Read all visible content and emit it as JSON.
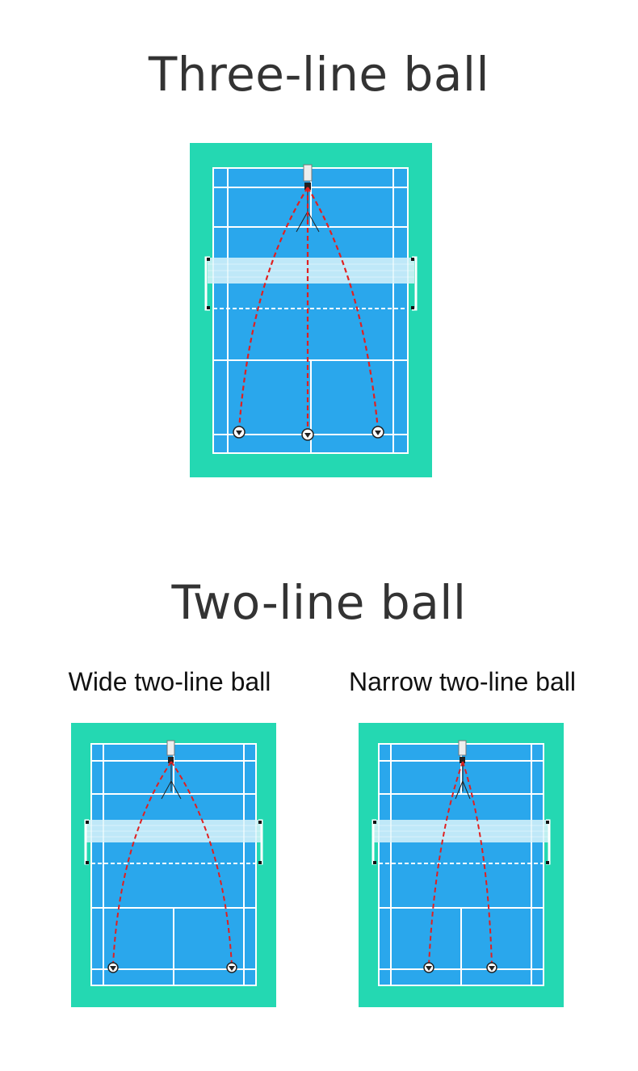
{
  "headings": {
    "three_line": "Three-line ball",
    "two_line": "Two-line ball"
  },
  "sublabels": {
    "wide": "Wide two-line ball",
    "narrow": "Narrow two-line ball"
  },
  "colors": {
    "surround": "#24d8b2",
    "court": "#2aa7ec",
    "lines": "#ffffff",
    "trajectory": "#e02020",
    "net": "#d9f3fa",
    "heading_text": "#333333"
  },
  "icons": [
    "ball-machine-icon",
    "tripod-icon",
    "shuttlecock-target-icon",
    "net-post-icon"
  ]
}
